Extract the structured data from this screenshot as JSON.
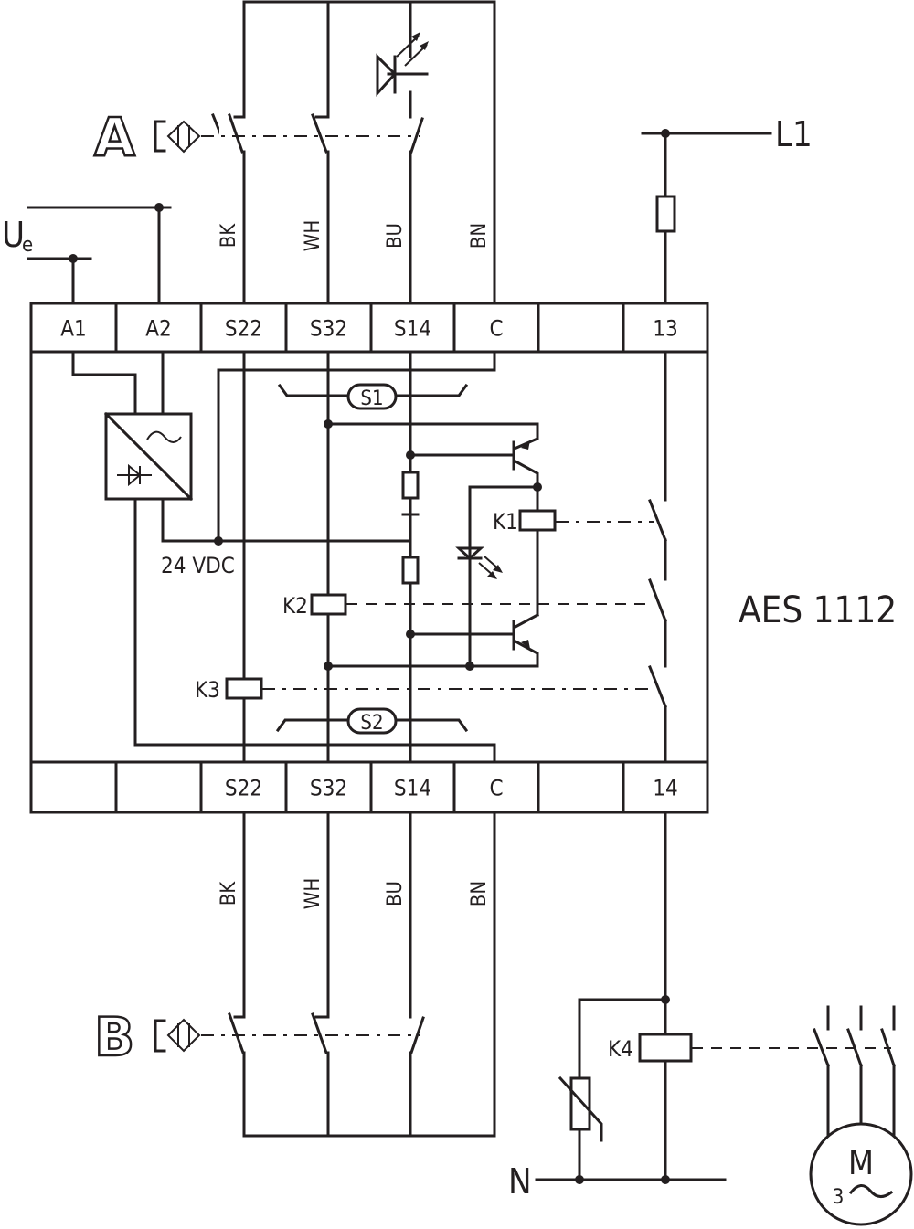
{
  "device": {
    "model": "AES 1112"
  },
  "supply": {
    "label_main": "U",
    "label_sub": "e",
    "internal_voltage": "24 VDC"
  },
  "lines": {
    "phase": "L1",
    "neutral": "N"
  },
  "sensors": [
    {
      "label": "A"
    },
    {
      "label": "B"
    }
  ],
  "wire_colors": [
    "BK",
    "WH",
    "BU",
    "BN"
  ],
  "top_terminals": [
    "A1",
    "A2",
    "S22",
    "S32",
    "S14",
    "C",
    "",
    "13"
  ],
  "bottom_terminals": [
    "",
    "",
    "S22",
    "S32",
    "S14",
    "C",
    "",
    "14"
  ],
  "internal": {
    "switches": [
      "S1",
      "S2"
    ],
    "relays": [
      "K1",
      "K2",
      "K3"
    ]
  },
  "external": {
    "relay": "K4",
    "motor": {
      "label": "M",
      "phases": "3"
    }
  }
}
